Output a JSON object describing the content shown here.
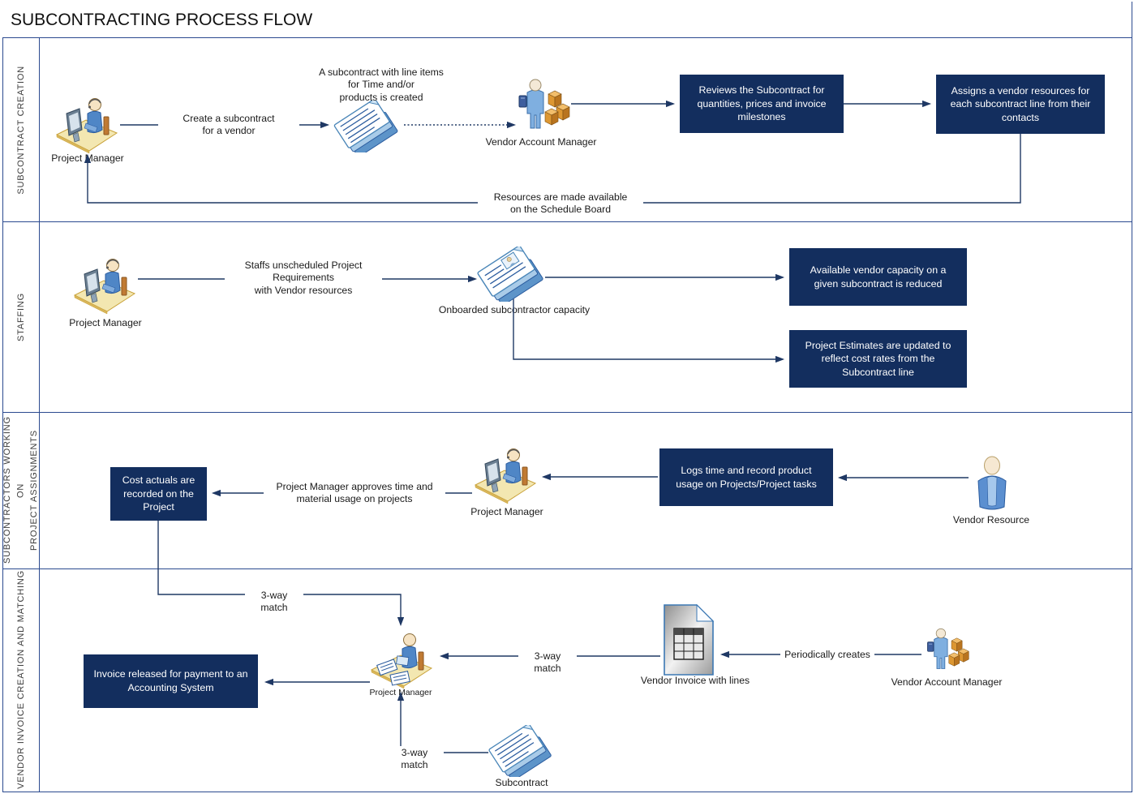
{
  "title": "SUBCONTRACTING PROCESS FLOW",
  "lanes": {
    "l1": "SUBCONTRACT CREATION",
    "l2": "STAFFING",
    "l3": "SUBCONTRACTORS WORKING ON\nPROJECT ASSIGNMENTS",
    "l4": "VENDOR INVOICE CREATION AND MATCHING"
  },
  "actors": {
    "pm1": "Project Manager",
    "vam1": "Vendor Account Manager",
    "pm2": "Project Manager",
    "pm3": "Project Manager",
    "vr": "Vendor Resource",
    "pm4": "Project Manager",
    "vam2": "Vendor Account Manager"
  },
  "artifacts": {
    "doc1_caption": "A subcontract with line items\nfor Time and/or\nproducts is created",
    "doc2_caption": "Onboarded subcontractor capacity",
    "invoice_caption": "Vendor Invoice with lines",
    "doc3_caption": "Subcontract"
  },
  "processes": {
    "review": "Reviews the Subcontract for quantities, prices and invoice milestones",
    "assign": "Assigns a vendor resources for each subcontract line from their contacts",
    "capacity": "Available vendor capacity on a given subcontract is reduced",
    "estimates": "Project Estimates are updated to reflect cost rates from the Subcontract line",
    "cost_actuals": "Cost actuals are recorded on the Project",
    "logs_time": "Logs time and record product usage on Projects/Project  tasks",
    "invoice_released": "Invoice released for payment to an Accounting System"
  },
  "edges": {
    "create_subcontract": "Create a subcontract\nfor a vendor",
    "resources_available": "Resources are made available\non the Schedule Board",
    "staffs": "Staffs unscheduled Project\nRequirements\nwith Vendor resources",
    "approves": "Project Manager approves time and\nmaterial usage on projects",
    "match_top": "3-way match",
    "match_mid": "3-way match",
    "match_bottom": "3-way match",
    "periodically": "Periodically creates"
  },
  "colors": {
    "process_box": "#132E5E",
    "connector": "#1F3864",
    "lane_border": "#2B4A8F",
    "platform_yellow": "#F3E7B1",
    "person_blue": "#5B8FD0",
    "cube_orange": "#DD9732"
  }
}
